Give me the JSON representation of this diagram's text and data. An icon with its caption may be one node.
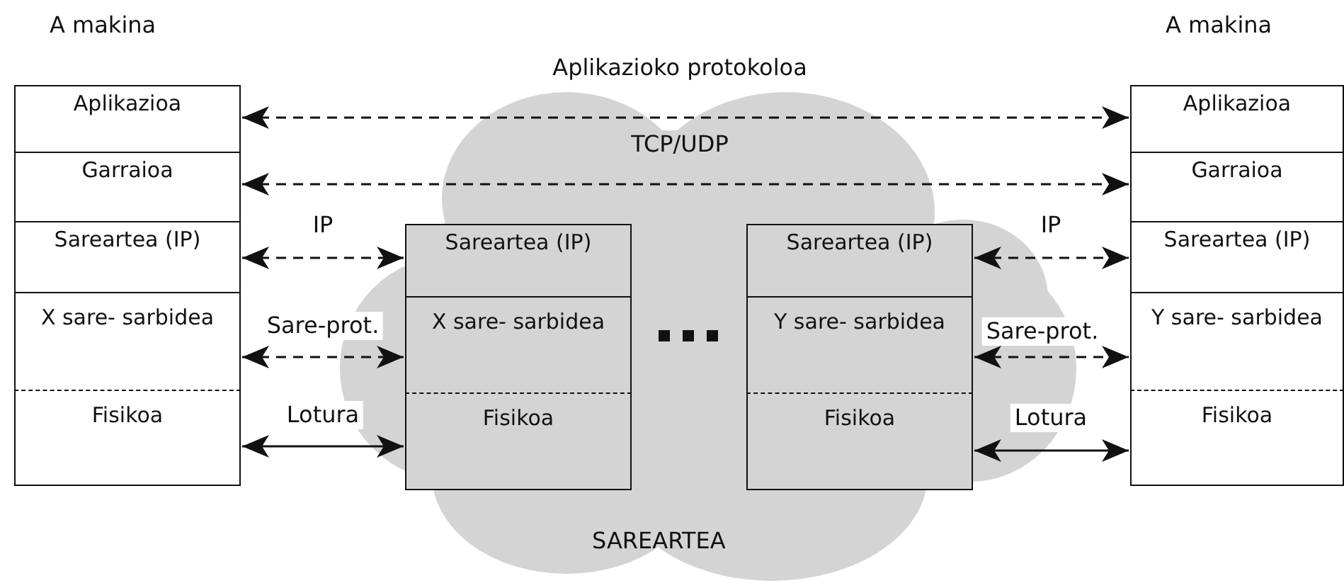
{
  "diagram": {
    "nodes": [
      {
        "text": [
          "A makina"
        ]
      },
      {
        "text": [
          "Aplikazioa"
        ],
        "in": 0
      },
      {
        "text": [
          "Garraioa"
        ],
        "in": 0
      },
      {
        "text": [
          "Sareartea (IP)"
        ],
        "in": 0
      },
      {
        "text": [
          "X sare- sarbidea"
        ],
        "in": 0
      },
      {
        "text": [
          "Fisikoa"
        ],
        "in": 0
      },
      {
        "text": [
          "SAREARTEA"
        ]
      },
      {
        "text": [
          "Sareartea (IP)"
        ],
        "in": 6
      },
      {
        "text": [
          "X sare- sarbidea"
        ],
        "in": 6
      },
      {
        "text": [
          "Fisikoa"
        ],
        "in": 6
      },
      {
        "text": [
          "Sareartea (IP)"
        ],
        "in": 6
      },
      {
        "text": [
          "Y sare- sarbidea"
        ],
        "in": 6
      },
      {
        "text": [
          "Fisikoa"
        ],
        "in": 6
      },
      {
        "text": [
          "A makina"
        ]
      },
      {
        "text": [
          "Aplikazioa"
        ],
        "in": 13
      },
      {
        "text": [
          "Garraioa"
        ],
        "in": 13
      },
      {
        "text": [
          "Sareartea (IP)"
        ],
        "in": 13
      },
      {
        "text": [
          "Y sare- sarbidea"
        ],
        "in": 13
      },
      {
        "text": [
          "Fisikoa"
        ],
        "in": 13
      }
    ],
    "edges": [
      {
        "from": 1,
        "to": 14,
        "arrow": "both",
        "style": "dashed",
        "label": "Aplikazioko protokoloa"
      },
      {
        "from": 2,
        "to": 15,
        "arrow": "both",
        "style": "dashed",
        "label": "TCP/UDP"
      },
      {
        "from": 3,
        "to": 7,
        "arrow": "both",
        "style": "dashed",
        "label": "IP"
      },
      {
        "from": 4,
        "to": 8,
        "arrow": "both",
        "style": "dashed",
        "label": "Sare-prot."
      },
      {
        "from": 5,
        "to": 9,
        "arrow": "both",
        "label": "Lotura"
      },
      {
        "from": 10,
        "to": 16,
        "arrow": "both",
        "style": "dashed",
        "label": "IP"
      },
      {
        "from": 11,
        "to": 17,
        "arrow": "both",
        "style": "dashed",
        "label": "Sare-prot."
      },
      {
        "from": 12,
        "to": 18,
        "arrow": "both",
        "label": "Lotura"
      }
    ]
  }
}
